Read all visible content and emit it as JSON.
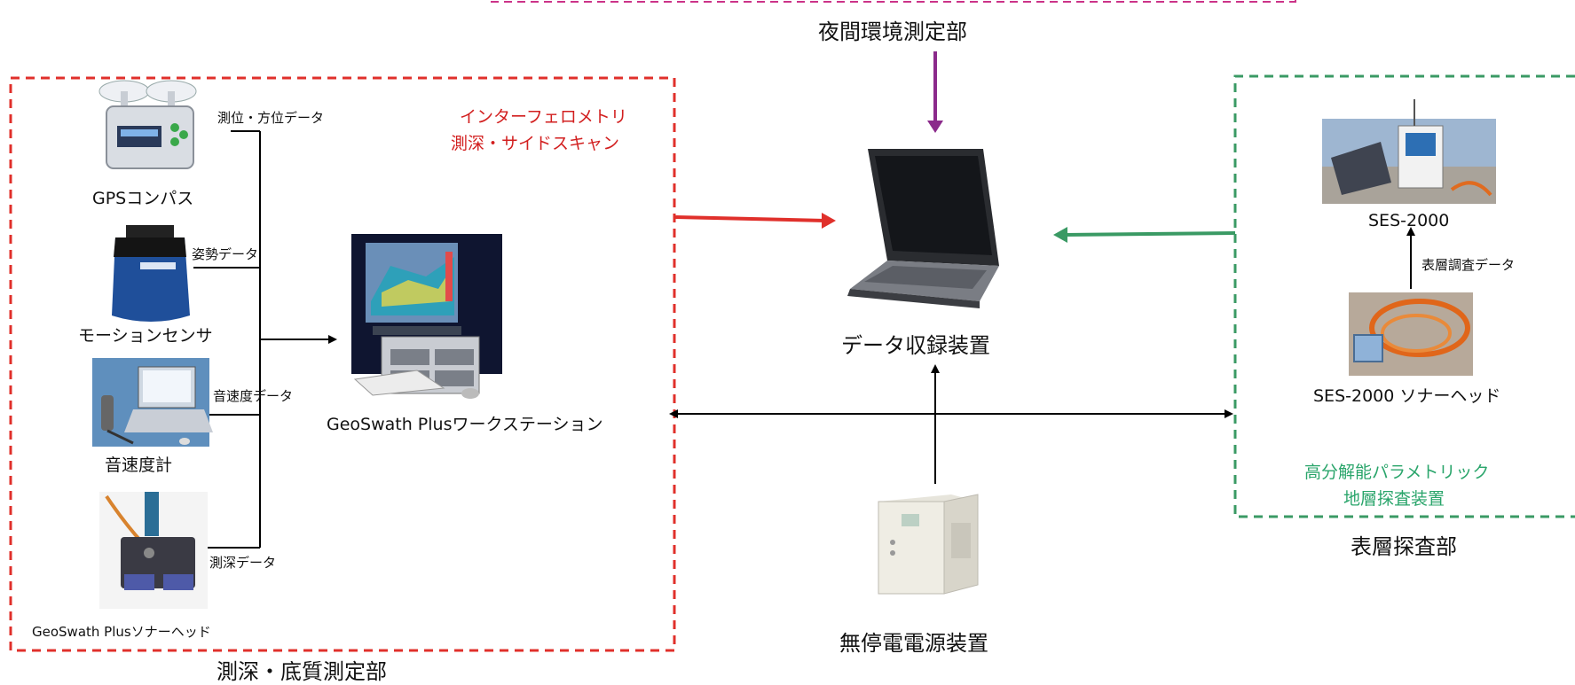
{
  "top_group": {
    "label": "夜間環境測定部"
  },
  "left_group": {
    "label": "測深・底質測定部",
    "title_lines": [
      "インターフェロメトリ",
      "測深・サイドスキャン"
    ],
    "devices": [
      {
        "name": "GPSコンパス",
        "data_label": "測位・方位データ"
      },
      {
        "name": "モーションセンサ",
        "data_label": "姿勢データ"
      },
      {
        "name": "音速度計",
        "data_label": "音速度データ"
      },
      {
        "name": "GeoSwath Plusソナーヘッド",
        "data_label": "測深データ"
      }
    ],
    "workstation": "GeoSwath Plusワークステーション"
  },
  "center": {
    "recorder": "データ収録装置",
    "ups": "無停電電源装置"
  },
  "right_group": {
    "label": "表層探査部",
    "title_lines": [
      "高分解能パラメトリック",
      "地層探査装置"
    ],
    "ses": "SES-2000",
    "ses_head": "SES-2000 ソナーヘッド",
    "data_label": "表層調査データ"
  },
  "colors": {
    "left_box": "#e0302b",
    "right_box": "#3a9a64",
    "top_box": "#cc3388",
    "top_arrow": "#8b2a8b",
    "red_arrow": "#e0302b",
    "green_arrow": "#3a9a64",
    "line": "#000000"
  }
}
